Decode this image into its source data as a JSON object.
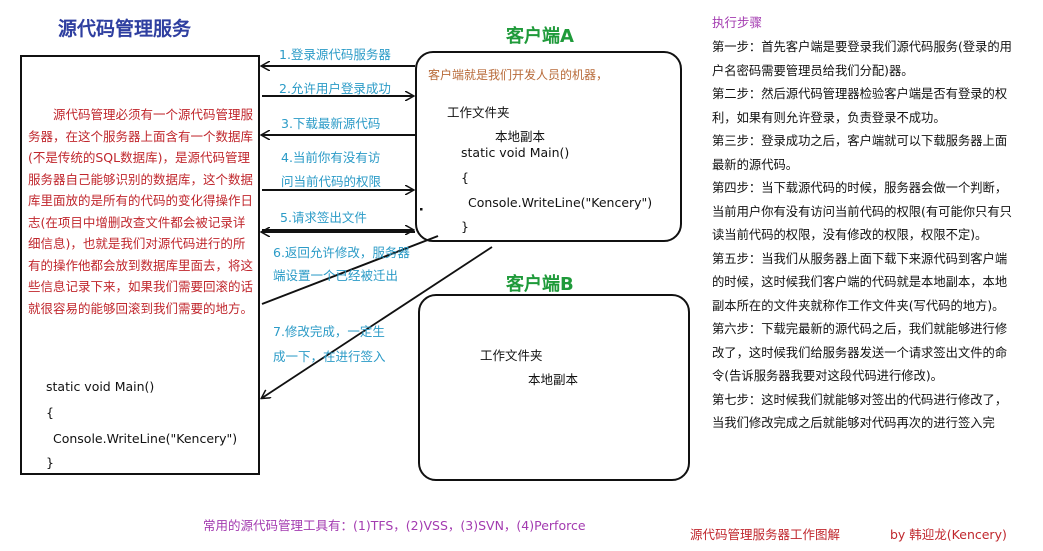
{
  "server": {
    "title": "源代码管理服务",
    "description": "源代码管理必须有一个源代码管理服务器，在这个服务器上面含有一个数据库(不是传统的SQL数据库)，是源代码管理服务器自己能够识别的数据库，这个数据库里面放的是所有的代码的变化得操作日志(在项目中增删改查文件都会被记录详细信息)，也就是我们对源代码进行的所有的操作他都会放到数据库里面去，将这些信息记录下来，如果我们需要回滚的话就很容易的能够回滚到我们需要的地方。",
    "code": [
      "static void Main()",
      "{",
      "Console.WriteLine(\"Kencery\")",
      "}"
    ]
  },
  "client_a": {
    "title": "客户端A",
    "description": "客户端就是我们开发人员的机器，",
    "workspace": "工作文件夹",
    "local_copy": "本地副本",
    "code": [
      "static void Main()",
      "{",
      "Console.WriteLine(\"Kencery\")",
      "}"
    ]
  },
  "client_b": {
    "title": "客户端B",
    "workspace": "工作文件夹",
    "local_copy": "本地副本"
  },
  "flow_steps": [
    "1.登录源代码服务器",
    "2.允许用户登录成功",
    "3.下载最新源代码",
    "4.当前你有没有访",
    "问当前代码的权限",
    "5.请求签出文件",
    "6.返回允许修改，服务器",
    "端设置一个已经被迁出",
    "7.修改完成，一定生",
    "成一下，在进行签入"
  ],
  "steps_panel": {
    "heading": "执行步骤",
    "steps": [
      "第一步：首先客户端是要登录我们源代码服务(登录的用户名密码需要管理员给我们分配)器。",
      "第二步：然后源代码管理器检验客户端是否有登录的权利，如果有则允许登录，负责登录不成功。",
      "第三步：登录成功之后，客户端就可以下载服务器上面最新的源代码。",
      "第四步：当下载源代码的时候，服务器会做一个判断，当前用户你有没有访问当前代码的权限(有可能你只有只读当前代码的权限，没有修改的权限，权限不定)。",
      "第五步：当我们从服务器上面下载下来源代码到客户端的时候，这时候我们客户端的代码就是本地副本，本地副本所在的文件夹就称作工作文件夹(写代码的地方)。",
      "第六步：下载完最新的源代码之后，我们就能够进行修改了，这时候我们给服务器发送一个请求签出文件的命令(告诉服务器我要对这段代码进行修改)。",
      "第七步：这时候我们就能够对签出的代码进行修改了，当我们修改完成之后就能够对代码再次的进行签入完"
    ]
  },
  "footer": {
    "tools": "常用的源代码管理工具有：(1)TFS，(2)VSS，(3)SVN，(4)Perforce",
    "caption": "源代码管理服务器工作图解",
    "author": "by 韩迎龙(Kencery)"
  },
  "colors": {
    "server_title": "#2f3fa0",
    "server_text": "#c0272d",
    "client_title": "#1f9a3a",
    "flow_text": "#2b9bc7",
    "heading_purple": "#a33bb0",
    "client_a_desc": "#b86b3a"
  }
}
